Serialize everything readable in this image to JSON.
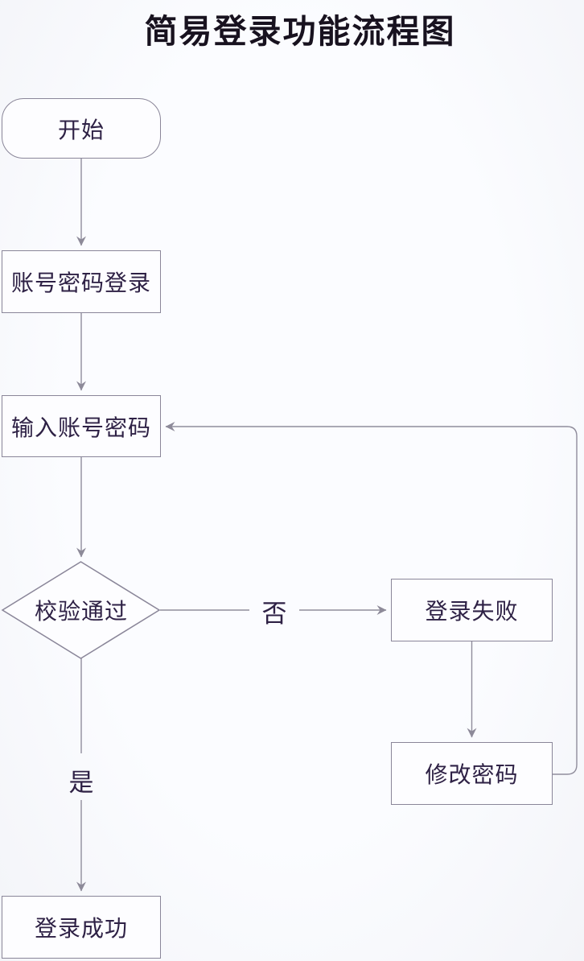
{
  "page": {
    "title": "简易登录功能流程图"
  },
  "colors": {
    "background": "#fafbfd",
    "node_fill": "#fdfdff",
    "node_border": "#8a8699",
    "connector": "#908d9c",
    "node_text": "#2e2145",
    "title_text": "#18121f"
  },
  "nodes": [
    {
      "id": "start",
      "type": "rounded",
      "label": "开始"
    },
    {
      "id": "account-password-login",
      "type": "rect",
      "label": "账号密码登录"
    },
    {
      "id": "input-account-password",
      "type": "rect",
      "label": "输入账号密码"
    },
    {
      "id": "verify-passed",
      "type": "diamond",
      "label": "校验通过"
    },
    {
      "id": "login-failed",
      "type": "rect",
      "label": "登录失败"
    },
    {
      "id": "change-password",
      "type": "rect",
      "label": "修改密码"
    },
    {
      "id": "login-success",
      "type": "rect",
      "label": "登录成功"
    }
  ],
  "edges": [
    {
      "from": "start",
      "to": "account-password-login",
      "label": ""
    },
    {
      "from": "account-password-login",
      "to": "input-account-password",
      "label": ""
    },
    {
      "from": "input-account-password",
      "to": "verify-passed",
      "label": ""
    },
    {
      "from": "verify-passed",
      "to": "login-failed",
      "label": "否"
    },
    {
      "from": "login-failed",
      "to": "change-password",
      "label": ""
    },
    {
      "from": "change-password",
      "to": "input-account-password",
      "label": ""
    },
    {
      "from": "verify-passed",
      "to": "login-success",
      "label": "是"
    }
  ]
}
